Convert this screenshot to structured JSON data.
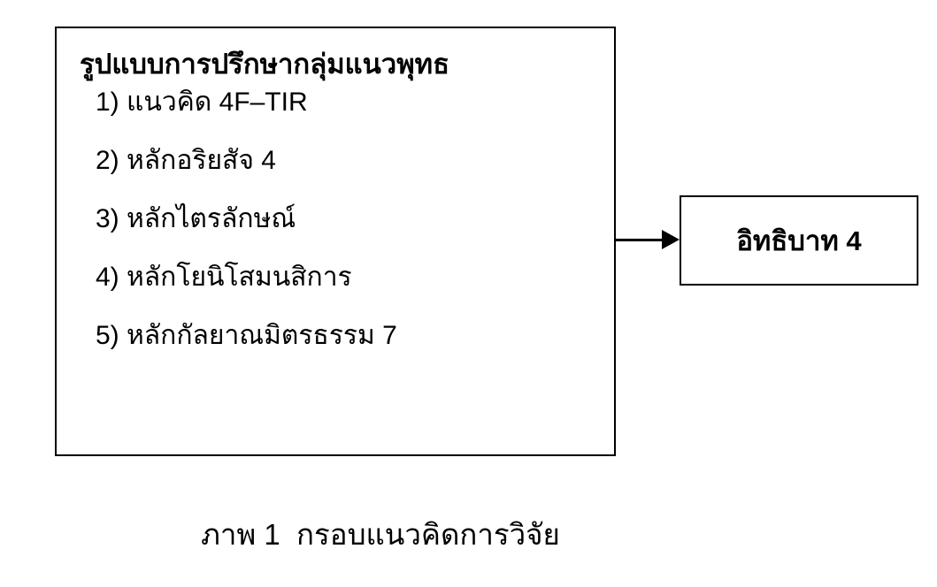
{
  "diagram": {
    "left_box": {
      "title": "รูปแบบการปรึกษากลุ่มแนวพุทธ",
      "items": [
        "1) แนวคิด 4F–TIR",
        "2) หลักอริยสัจ 4",
        "3) หลักไตรลักษณ์",
        "4) หลักโยนิโสมนสิการ",
        "5) หลักกัลยาณมิตรธรรม 7"
      ]
    },
    "right_box": {
      "label": "อิทธิบาท 4"
    },
    "caption": "ภาพ 1  กรอบแนวคิดการวิจัย",
    "colors": {
      "border": "#000000",
      "text": "#000000",
      "background": "#ffffff"
    }
  }
}
